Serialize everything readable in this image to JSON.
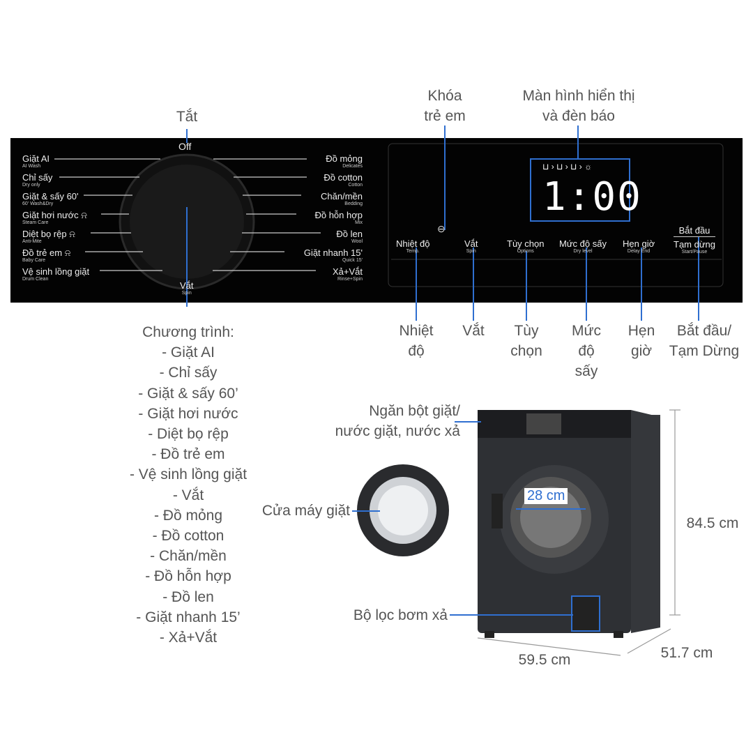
{
  "top_labels": {
    "off": "Tắt",
    "child_lock": [
      "Khóa",
      "trẻ em"
    ],
    "display": [
      "Màn hình hiển thị",
      "và đèn báo"
    ]
  },
  "dial": {
    "off": "Off",
    "spin": "Vắt",
    "spin_en": "Spin",
    "left": [
      {
        "vi": "Giặt AI",
        "en": "AI Wash"
      },
      {
        "vi": "Chỉ sấy",
        "en": "Dry only"
      },
      {
        "vi": "Giặt & sấy 60'",
        "en": "60' Wash&Dry"
      },
      {
        "vi": "Giặt hơi nước",
        "en": "Steam Care"
      },
      {
        "vi": "Diệt bọ rệp",
        "en": "Anti-Mite"
      },
      {
        "vi": "Đồ trẻ em",
        "en": "Baby Care"
      },
      {
        "vi": "Vệ sinh lồng giặt",
        "en": "Drum Clean"
      }
    ],
    "right": [
      {
        "vi": "Đồ mỏng",
        "en": "Delicates"
      },
      {
        "vi": "Đồ cotton",
        "en": "Cotton"
      },
      {
        "vi": "Chăn/mền",
        "en": "Bedding"
      },
      {
        "vi": "Đồ hỗn hợp",
        "en": "Mix"
      },
      {
        "vi": "Đồ len",
        "en": "Wool"
      },
      {
        "vi": "Giặt nhanh 15'",
        "en": "Quick 15'"
      },
      {
        "vi": "Xả+Vắt",
        "en": "Rinse+Spin"
      }
    ]
  },
  "display": {
    "time": "1:00"
  },
  "buttons": [
    {
      "vi": "Nhiệt độ",
      "en": "Temp."
    },
    {
      "vi": "Vắt",
      "en": "Spin"
    },
    {
      "vi": "Tùy chọn",
      "en": "Options"
    },
    {
      "vi": "Mức độ sấy",
      "en": "Dry level"
    },
    {
      "vi": "Hẹn giờ",
      "en": "Delay End"
    },
    {
      "vi": "Bắt đầu",
      "vi2": "Tạm dừng",
      "en": "Start/Pause"
    }
  ],
  "bottom_labels": {
    "temp": [
      "Nhiệt",
      "độ"
    ],
    "spin": "Vắt",
    "options": [
      "Tùy",
      "chọn"
    ],
    "dry": [
      "Mức",
      "độ",
      "sấy"
    ],
    "delay": [
      "Hẹn",
      "giờ"
    ],
    "start": [
      "Bắt đầu/",
      "Tạm Dừng"
    ]
  },
  "programs": {
    "title": "Chương trình:",
    "items": [
      "- Giặt AI",
      "- Chỉ sấy",
      "- Giặt & sấy 60’",
      "- Giặt hơi nước",
      "- Diệt bọ rệp",
      "- Đồ trẻ em",
      "- Vệ sinh lồng giặt",
      "- Vắt",
      "- Đồ mỏng",
      "- Đồ cotton",
      "- Chăn/mền",
      "- Đồ hỗn hợp",
      "- Đồ len",
      "- Giặt nhanh 15’",
      "- Xả+Vắt"
    ]
  },
  "machine": {
    "detergent": [
      "Ngăn bột giặt/",
      "nước giặt, nước xả"
    ],
    "door": "Cửa máy giặt",
    "drum": "28 cm",
    "filter": "Bộ lọc bơm xả",
    "height": "84.5 cm",
    "width": "59.5 cm",
    "depth": "51.7 cm"
  }
}
